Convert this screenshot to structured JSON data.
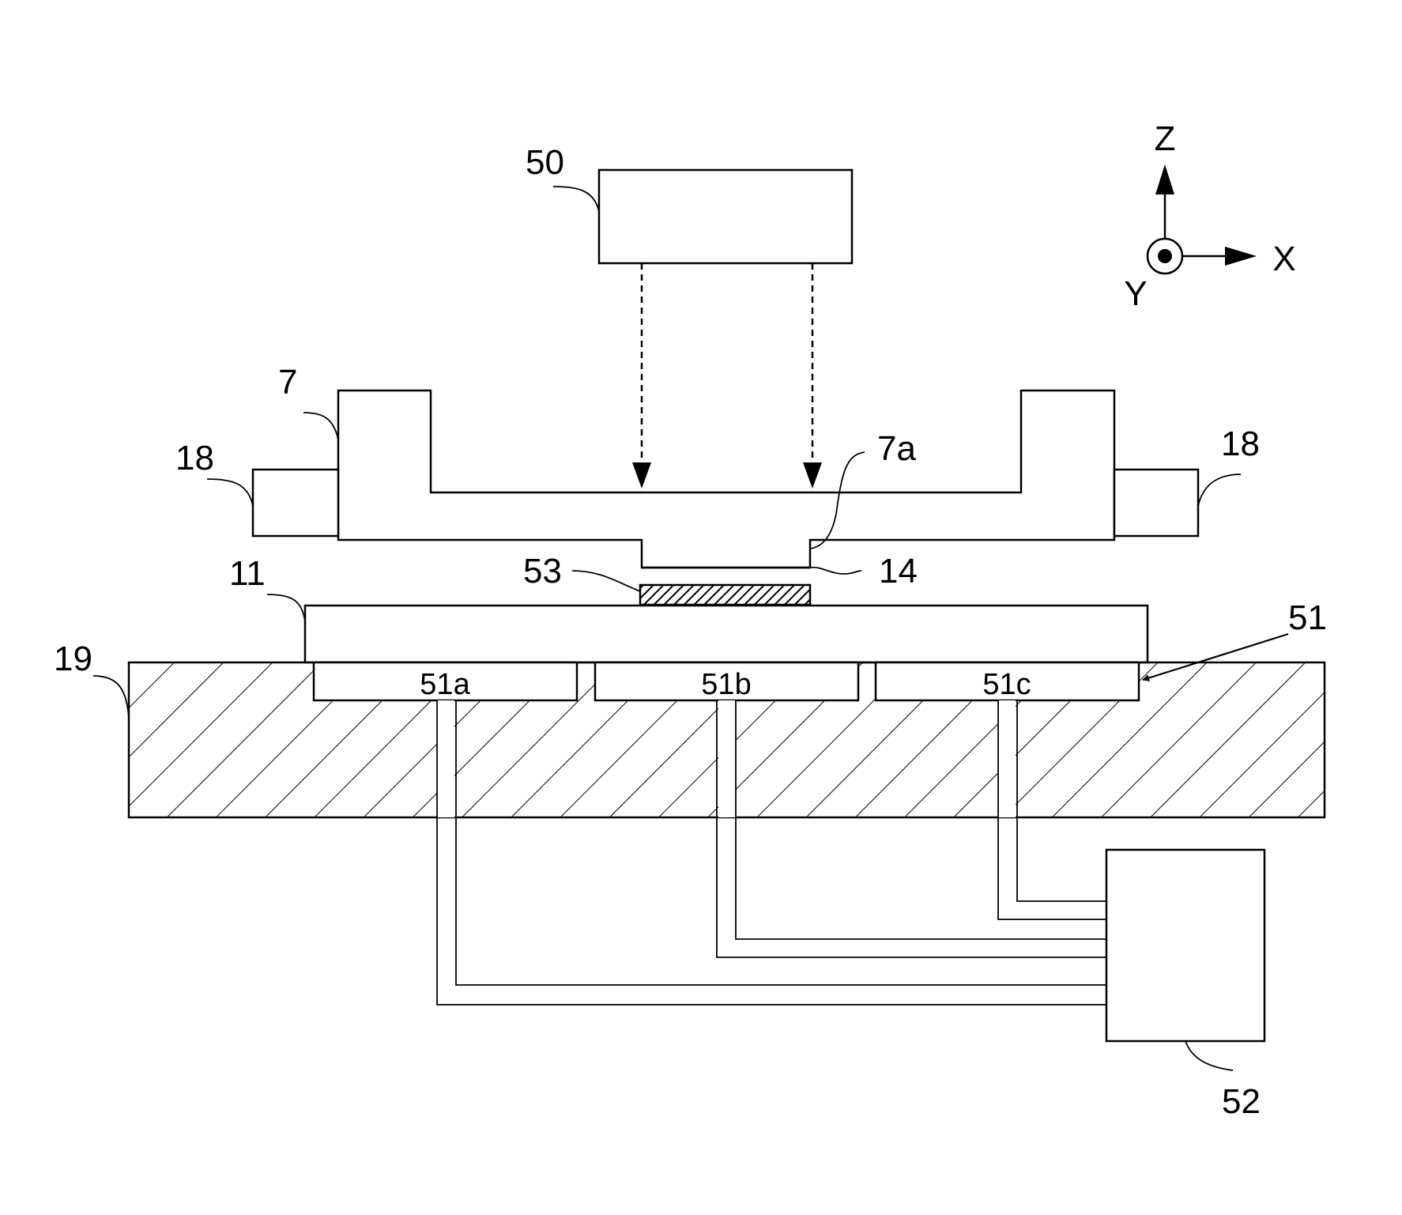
{
  "labels": {
    "l50": "50",
    "l7": "7",
    "l7a": "7a",
    "l18_left": "18",
    "l18_right": "18",
    "l11": "11",
    "l53": "53",
    "l14": "14",
    "l51": "51",
    "l19": "19",
    "l51a": "51a",
    "l51b": "51b",
    "l51c": "51c",
    "l52": "52"
  },
  "axes": {
    "z": "Z",
    "x": "X",
    "y": "Y"
  }
}
